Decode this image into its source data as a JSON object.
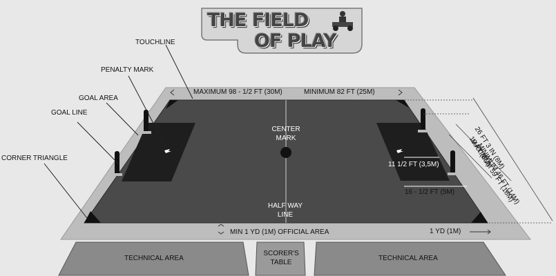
{
  "logo": {
    "line1": "THE FIELD",
    "line2": "OF PLAY"
  },
  "labels": {
    "touchline": "TOUCHLINE",
    "penalty_mark": "PENALTY MARK",
    "goal_area": "GOAL AREA",
    "goal_line": "GOAL LINE",
    "corner_triangle": "CORNER TRIANGLE",
    "center_mark_1": "CENTER",
    "center_mark_2": "MARK",
    "half_way_1": "HALF WAY",
    "half_way_2": "LINE",
    "max_length": "MAXIMUM 98 - 1/2 FT (30M)",
    "min_length": "MINIMUM 82 FT (25M)",
    "max_width": "MAXIMUM 59 FT (18M)",
    "min_width": "MINIMUM 46 FT (14M)",
    "goal_area_depth_26": "26 FT 3 IN (8M)",
    "goal_area_depth_19": "19 FT (6M)",
    "penalty_dist": "11 1/2 FT (3,5M)",
    "goal_area_width": "16 - 1/2 FT (5M)",
    "official_area": "MIN 1 YD  (1M) OFFICIAL AREA",
    "one_yard": "1 YD  (1M)"
  },
  "areas": {
    "technical_left": "TECHNICAL AREA",
    "scorers_table_1": "SCORER'S",
    "scorers_table_2": "TABLE",
    "technical_right": "TECHNICAL AREA"
  },
  "colors": {
    "background": "#e8e8e8",
    "field": "#4a4a4a",
    "border": "#bdbdbd",
    "goal_area": "#1e1e1e",
    "technical": "#8a8a8a"
  }
}
